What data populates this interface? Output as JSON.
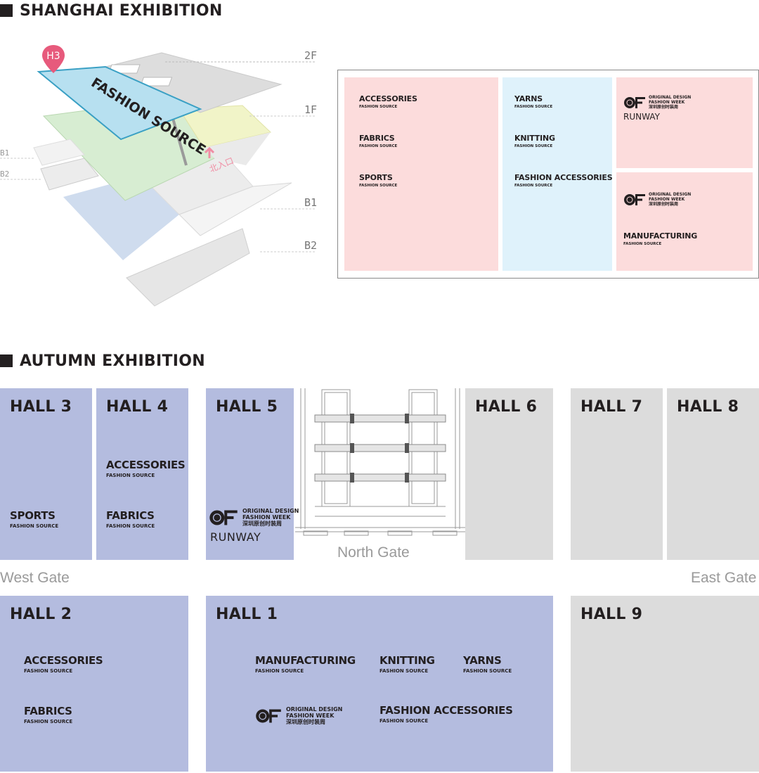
{
  "shanghai": {
    "title": "SHANGHAI EXHIBITION",
    "pin_label": "H3",
    "floor_labels": {
      "f2": "2F",
      "f1": "1F",
      "b1": "B1",
      "b2": "B2",
      "b1_left": "B1",
      "b2_left": "B2"
    },
    "fashion_source_label": "FASHION SOURCE",
    "entrance_label": "北入口",
    "plan": {
      "col1": [
        {
          "name": "ACCESSORIES",
          "sub": "FASHION SOURCE"
        },
        {
          "name": "FABRICS",
          "sub": "FASHION SOURCE"
        },
        {
          "name": "SPORTS",
          "sub": "FASHION SOURCE"
        }
      ],
      "col2": [
        {
          "name": "YARNS",
          "sub": "FASHION SOURCE"
        },
        {
          "name": "KNITTING",
          "sub": "FASHION SOURCE"
        },
        {
          "name": "FASHION ACCESSORIES",
          "sub": "FASHION SOURCE"
        }
      ],
      "top_right": {
        "runway": "RUNWAY"
      },
      "bottom_right": {
        "name": "MANUFACTURING",
        "sub": "FASHION SOURCE"
      }
    }
  },
  "odfw_logo": {
    "line1": "ORIGINAL DESIGN",
    "line2": "FASHION WEEK",
    "line3": "深圳原创时装周"
  },
  "autumn": {
    "title": "AUTUMN EXHIBITION",
    "halls": {
      "h3": {
        "name": "HALL 3",
        "items": [
          {
            "name": "SPORTS",
            "sub": "FASHION SOURCE"
          }
        ]
      },
      "h4": {
        "name": "HALL 4",
        "items": [
          {
            "name": "ACCESSORIES",
            "sub": "FASHION SOURCE"
          },
          {
            "name": "FABRICS",
            "sub": "FASHION SOURCE"
          }
        ]
      },
      "h5": {
        "name": "HALL 5",
        "runway": "RUNWAY"
      },
      "h6": {
        "name": "HALL 6"
      },
      "h7": {
        "name": "HALL 7"
      },
      "h8": {
        "name": "HALL 8"
      },
      "h2": {
        "name": "HALL 2",
        "items": [
          {
            "name": "ACCESSORIES",
            "sub": "FASHION SOURCE"
          },
          {
            "name": "FABRICS",
            "sub": "FASHION SOURCE"
          }
        ]
      },
      "h1": {
        "name": "HALL 1",
        "items": [
          {
            "name": "MANUFACTURING",
            "sub": "FASHION SOURCE"
          },
          {
            "name": "KNITTING",
            "sub": "FASHION SOURCE"
          },
          {
            "name": "YARNS",
            "sub": "FASHION SOURCE"
          },
          {
            "name": "FASHION ACCESSORIES",
            "sub": "FASHION SOURCE"
          }
        ]
      },
      "h9": {
        "name": "HALL 9"
      }
    },
    "gates": {
      "west": "West Gate",
      "north": "North Gate",
      "east": "East Gate"
    }
  },
  "colors": {
    "active_hall": "#b4bcdf",
    "inactive_hall": "#dcdcdc",
    "pink_zone": "#fcdcdc",
    "blue_zone": "#dff2fb",
    "pin": "#e75a7c",
    "fashion_source_floor": "#b7e0f0"
  }
}
